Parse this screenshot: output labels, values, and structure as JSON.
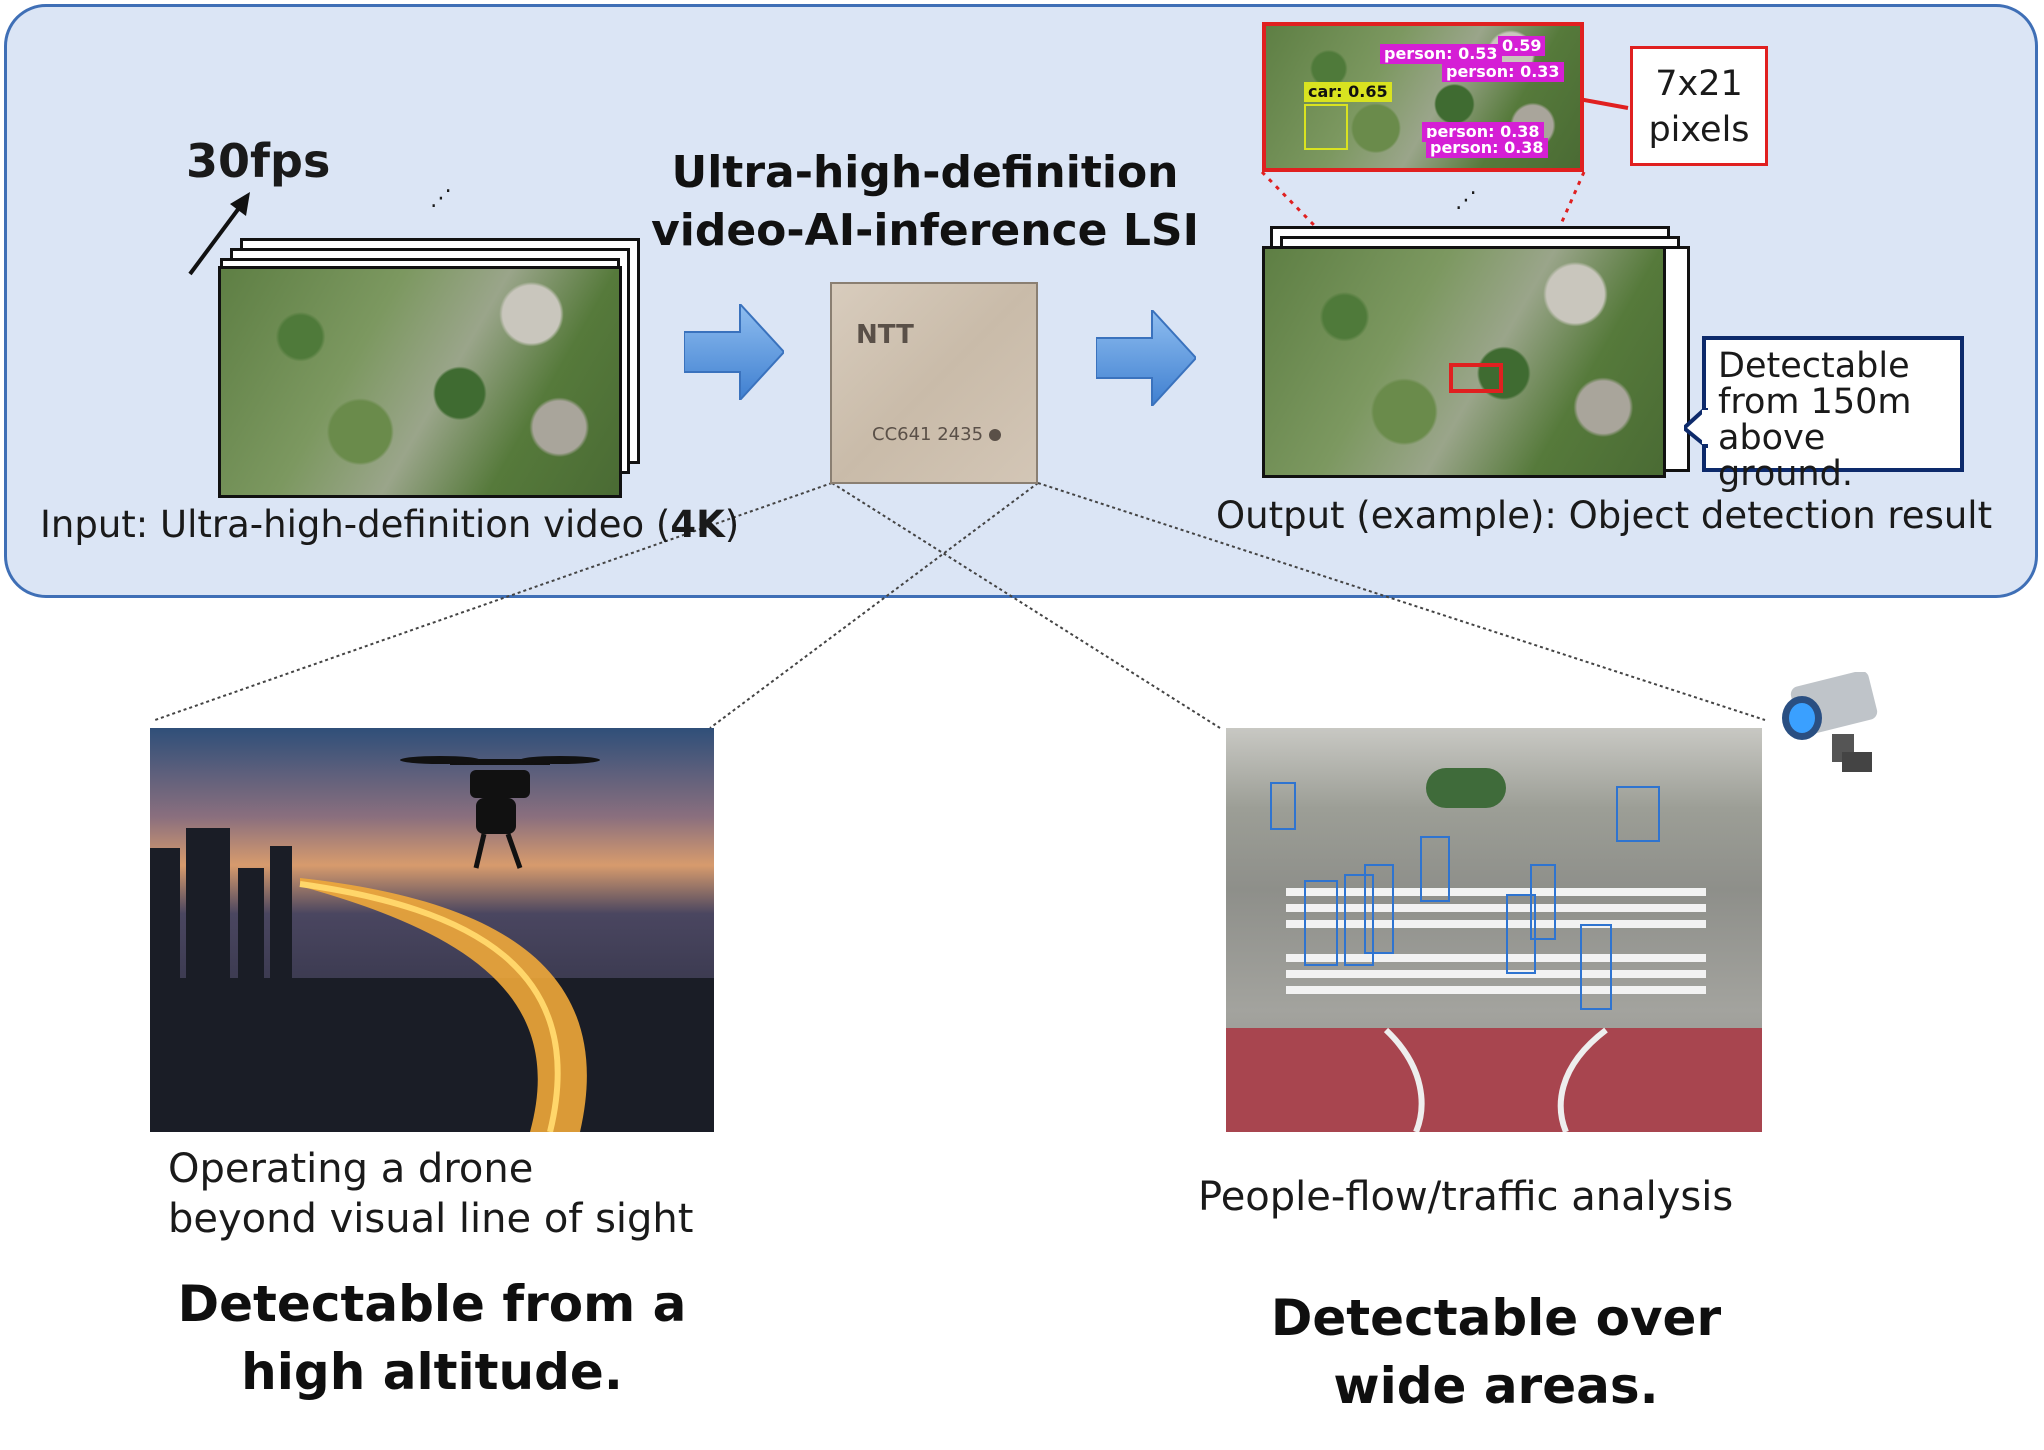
{
  "top": {
    "fps_label": "30fps",
    "lsi_title_line1": "Ultra-high-definition",
    "lsi_title_line2": "video-AI-inference  LSI",
    "chip_brand": "NTT",
    "chip_code": "CC641  2435",
    "input_caption_prefix": "Input: Ultra-high-definition video (",
    "input_caption_bold": "4K",
    "input_caption_suffix": ")",
    "output_caption": "Output (example):  Object detection  result",
    "pixel_note_line1": "7x21",
    "pixel_note_line2": "pixels",
    "callout_line1": "Detectable",
    "callout_line2": "from 150m",
    "callout_line3": "above ground.",
    "detections": [
      "person: 0.53",
      "0.59",
      "person: 0.33",
      "car: 0.65",
      "person: 0.38",
      "person: 0.38"
    ]
  },
  "drone": {
    "caption_line1": "Operating a drone",
    "caption_line2": "beyond visual line of sight",
    "headline_line1": "Detectable from a",
    "headline_line2": "high altitude."
  },
  "traffic": {
    "caption": "People-flow/traffic analysis",
    "headline_line1": "Detectable over",
    "headline_line2": "wide areas."
  },
  "colors": {
    "panel_bg": "#dbe5f5",
    "panel_border": "#3f6fb6",
    "arrow_blue": "#4f8fdc",
    "callout_border": "#0d2a6b",
    "highlight_red": "#e02020",
    "detection_magenta": "#d51fd5"
  }
}
